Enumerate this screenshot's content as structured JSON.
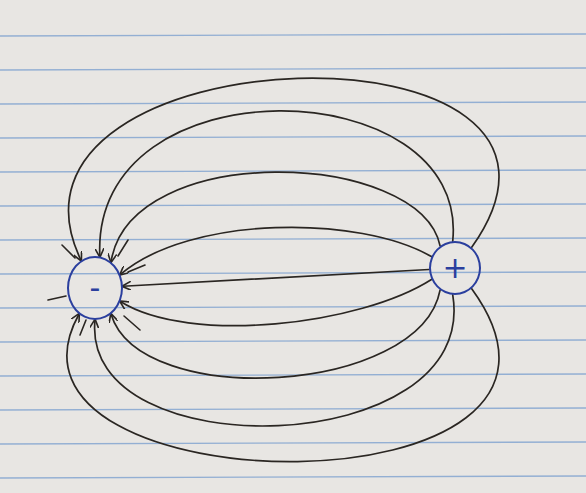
{
  "diagram": {
    "nodes": [
      {
        "text": [
          "-"
        ]
      },
      {
        "text": [
          "+"
        ]
      }
    ],
    "edges": [
      {
        "from": 1,
        "to": 0,
        "arrow": "to"
      },
      {
        "from": 1,
        "to": 0,
        "arrow": "to"
      },
      {
        "from": 1,
        "to": 0,
        "arrow": "to"
      },
      {
        "from": 1,
        "to": 0,
        "arrow": "to"
      },
      {
        "from": 1,
        "to": 0,
        "arrow": "to"
      },
      {
        "from": 1,
        "to": 0,
        "arrow": "to"
      },
      {
        "from": 1,
        "to": 0,
        "arrow": "to"
      },
      {
        "from": 1,
        "to": 0,
        "arrow": "to"
      },
      {
        "from": 1,
        "to": 0,
        "arrow": "to"
      }
    ]
  }
}
